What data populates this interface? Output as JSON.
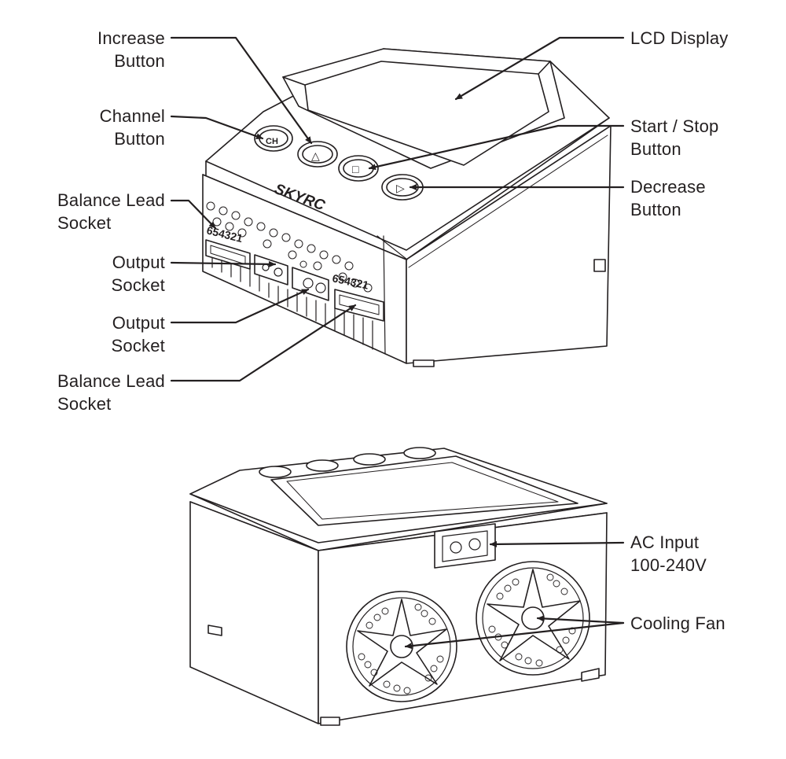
{
  "brand": "SKYRC",
  "labels": {
    "increase": [
      "Increase",
      "Button"
    ],
    "channel": [
      "Channel",
      "Button"
    ],
    "balance_top": [
      "Balance Lead",
      "Socket"
    ],
    "output_1": [
      "Output",
      "Socket"
    ],
    "output_2": [
      "Output",
      "Socket"
    ],
    "balance_bottom": [
      "Balance Lead",
      "Socket"
    ],
    "lcd": [
      "LCD Display"
    ],
    "start_stop": [
      "Start / Stop",
      "Button"
    ],
    "decrease": [
      "Decrease",
      "Button"
    ],
    "ac_input": [
      "AC Input",
      "100-240V"
    ],
    "fan": [
      "Cooling Fan"
    ]
  },
  "buttons": {
    "ch": "CH",
    "increase_symbol": "△",
    "stop_symbol": "□",
    "decrease_symbol": "▷"
  },
  "ports": {
    "left_balance_pins": "654321",
    "right_balance_pins": "654321"
  },
  "colors": {
    "line": "#231f20",
    "paper": "#ffffff",
    "shade": "#d9d9d9"
  }
}
